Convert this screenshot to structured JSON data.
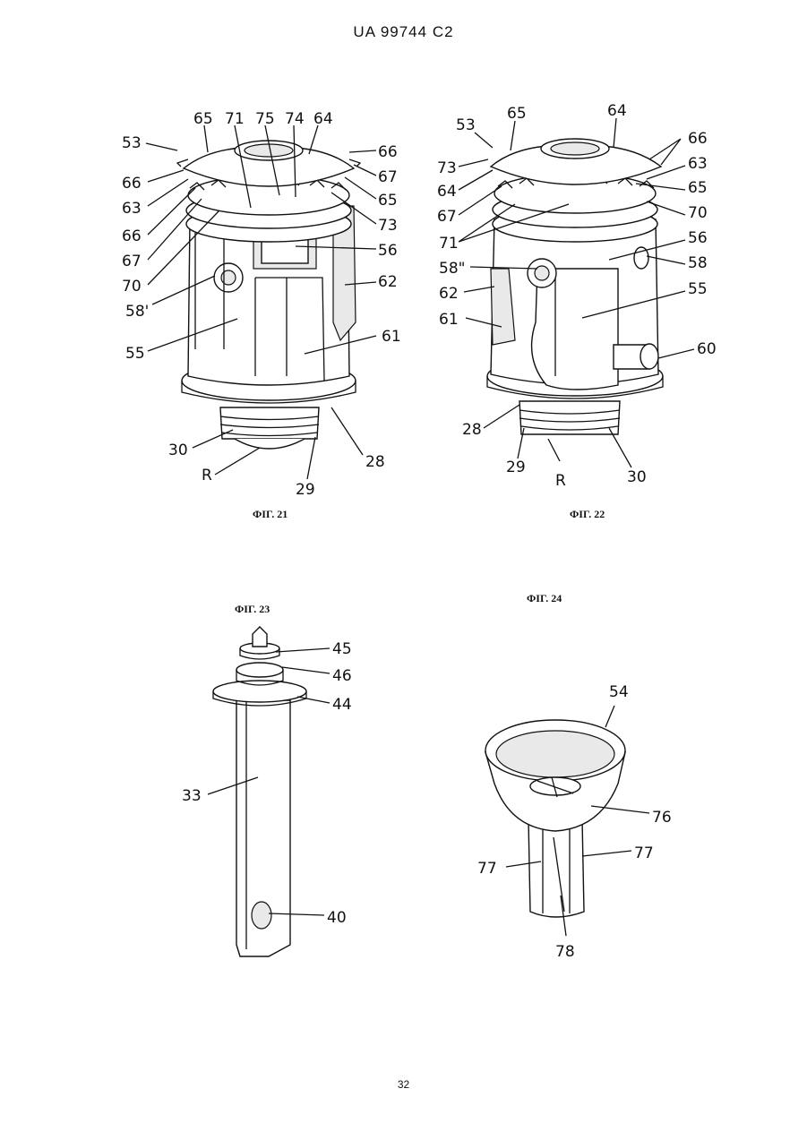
{
  "header": {
    "patent_number": "UA   99744   C2"
  },
  "page_number": "32",
  "figures": [
    {
      "caption": "ФІГ. 21",
      "labels": [
        "53",
        "65",
        "71",
        "75",
        "74",
        "64",
        "66",
        "67",
        "66",
        "63",
        "65",
        "73",
        "66",
        "67",
        "70",
        "56",
        "62",
        "58'",
        "55",
        "61",
        "30",
        "28",
        "R",
        "29"
      ]
    },
    {
      "caption": "ФІГ. 22",
      "labels": [
        "53",
        "65",
        "64",
        "66",
        "73",
        "63",
        "64",
        "65",
        "67",
        "70",
        "71",
        "56",
        "58\"",
        "58",
        "62",
        "55",
        "61",
        "60",
        "28",
        "29",
        "R",
        "30"
      ]
    },
    {
      "caption": "ФІГ. 23",
      "labels": [
        "45",
        "46",
        "44",
        "33",
        "40"
      ]
    },
    {
      "caption": "ФІГ. 24",
      "labels": [
        "54",
        "76",
        "77",
        "77",
        "78"
      ]
    }
  ]
}
